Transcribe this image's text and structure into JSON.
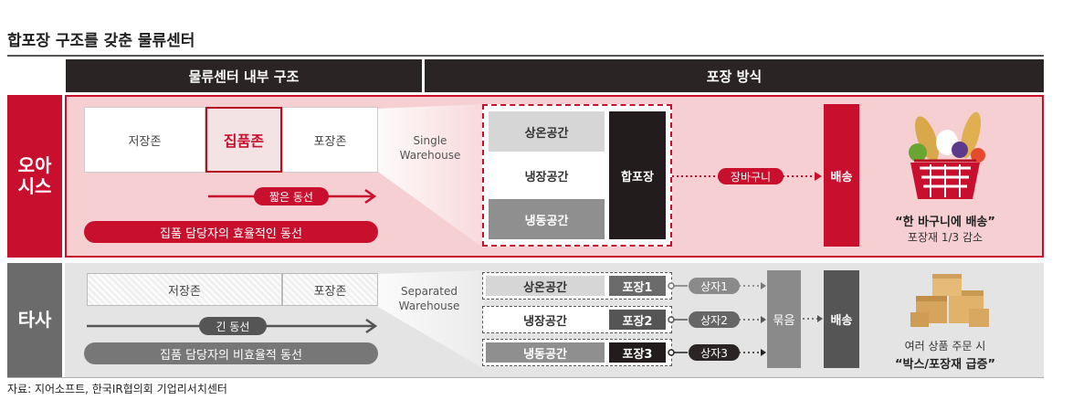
{
  "title": "합포장 구조를 갖춘 물류센터",
  "headers": {
    "left": "물류센터 내부 구조",
    "right": "포장 방식"
  },
  "oasis": {
    "label": "오아\n시스",
    "zones": [
      "저장존",
      "집품존",
      "포장존"
    ],
    "short_route": "짧은 동선",
    "efficient": "집품 담당자의 효율적인 동선",
    "warehouse_type": "Single\nWarehouse",
    "spaces": [
      "상온공간",
      "냉장공간",
      "냉동공간"
    ],
    "pack": "합포장",
    "basket": "장바구니",
    "delivery": "배송",
    "caption_title": "“한 바구니에 배송”",
    "caption_sub": "포장재 1/3 감소"
  },
  "other": {
    "label": "타사",
    "zones": [
      "저장존",
      "포장존"
    ],
    "long_route": "긴 동선",
    "inefficient": "집품 담당자의 비효율적 동선",
    "warehouse_type": "Separated\nWarehouse",
    "spaces": [
      "상온공간",
      "냉장공간",
      "냉동공간"
    ],
    "packs": [
      "포장1",
      "포장2",
      "포장3"
    ],
    "boxes": [
      "상자1",
      "상자2",
      "상자3"
    ],
    "bundle": "묶음",
    "delivery": "배송",
    "caption_title": "여러 상품 주문 시",
    "caption_sub": "“박스/포장재 급증”"
  },
  "source": "자료: 지어소프트, 한국IR협의회 기업리서치센터",
  "colors": {
    "red": "#c8102e",
    "pink_bg": "#f6cfd2",
    "gray_row": "#6b6b6b",
    "gray_bg": "#e4e4e4",
    "dark": "#221c1c"
  }
}
